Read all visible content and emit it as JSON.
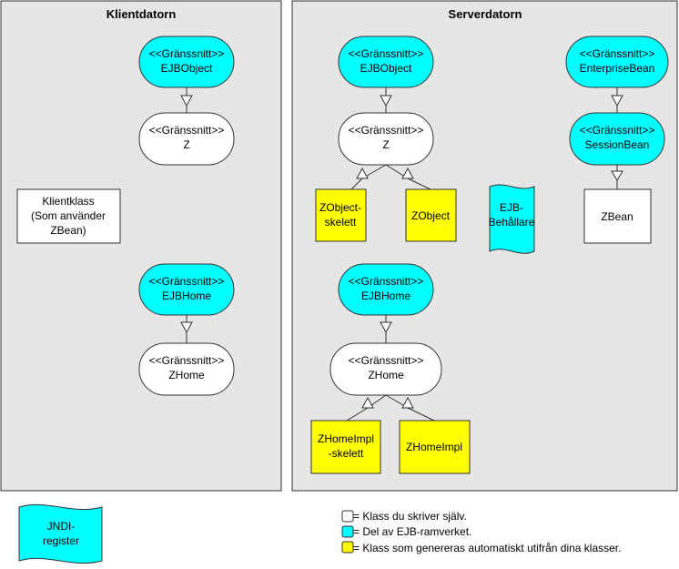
{
  "panels": {
    "client": {
      "title": "Klientdatorn"
    },
    "server": {
      "title": "Serverdatorn"
    }
  },
  "nodes": {
    "c_ejbobject": {
      "line1": "<<Gränssnitt>>",
      "line2": "EJBObject"
    },
    "c_z": {
      "line1": "<<Gränssnitt>>",
      "line2": "Z"
    },
    "c_klient": {
      "line1": "Klientklass",
      "line2": "(Som använder",
      "line3": "ZBean)"
    },
    "c_ejbhome": {
      "line1": "<<Gränssnitt>>",
      "line2": "EJBHome"
    },
    "c_zhome": {
      "line1": "<<Gränssnitt>>",
      "line2": "ZHome"
    },
    "s_ejbobject": {
      "line1": "<<Gränssnitt>>",
      "line2": "EJBObject"
    },
    "s_z": {
      "line1": "<<Gränssnitt>>",
      "line2": "Z"
    },
    "s_zobj_skel": {
      "line1": "ZObject-",
      "line2": "skelett"
    },
    "s_zobject": {
      "line1": "ZObject"
    },
    "s_container": {
      "line1": "EJB-",
      "line2": "Behållare"
    },
    "s_enterprise": {
      "line1": "<<Gränssnitt>>",
      "line2": "EnterpriseBean"
    },
    "s_session": {
      "line1": "<<Gränssnitt>>",
      "line2": "SessionBean"
    },
    "s_zbean": {
      "line1": "ZBean"
    },
    "s_ejbhome": {
      "line1": "<<Gränssnitt>>",
      "line2": "EJBHome"
    },
    "s_zhome": {
      "line1": "<<Gränssnitt>>",
      "line2": "ZHome"
    },
    "s_zhome_skel": {
      "line1": "ZHomeImpl",
      "line2": "-skelett"
    },
    "s_zhomeimpl": {
      "line1": "ZHomeImpl"
    },
    "jndi": {
      "line1": "JNDI-",
      "line2": "register"
    }
  },
  "legend": {
    "items": [
      {
        "text": "= Klass du skriver själv.",
        "color": "#ffffff"
      },
      {
        "text": "= Del av EJB-ramverket.",
        "color": "#00ffff"
      },
      {
        "text": "= Klass som genereras automatiskt utifrån dina klasser.",
        "color": "#ffff00"
      }
    ]
  },
  "colors": {
    "framework": "#00ffff",
    "generated": "#ffff00",
    "own": "#ffffff",
    "panel": "#e6e6e6"
  }
}
